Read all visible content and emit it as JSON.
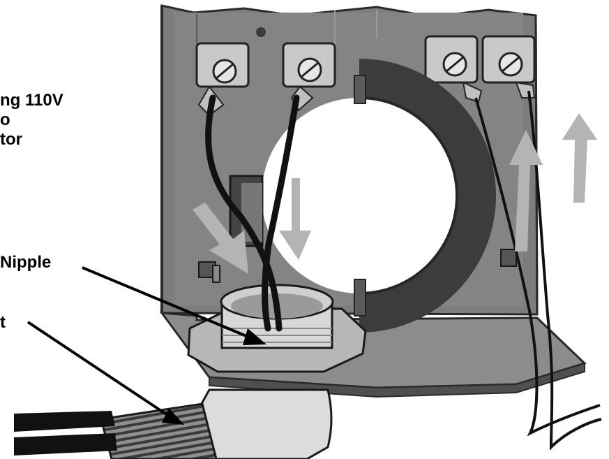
{
  "labels": {
    "wiring_line1": "ng 110V",
    "wiring_line2": "o",
    "wiring_line3": "tor",
    "nipple": "Nipple",
    "conduit": "t"
  },
  "colors": {
    "panel": "#7d7d7d",
    "panel_dark": "#4f4f4f",
    "metal_light": "#c9c9c9",
    "wire": "#111111",
    "arrow": "#b4b4b4",
    "conduit": "#8a8a8a"
  }
}
